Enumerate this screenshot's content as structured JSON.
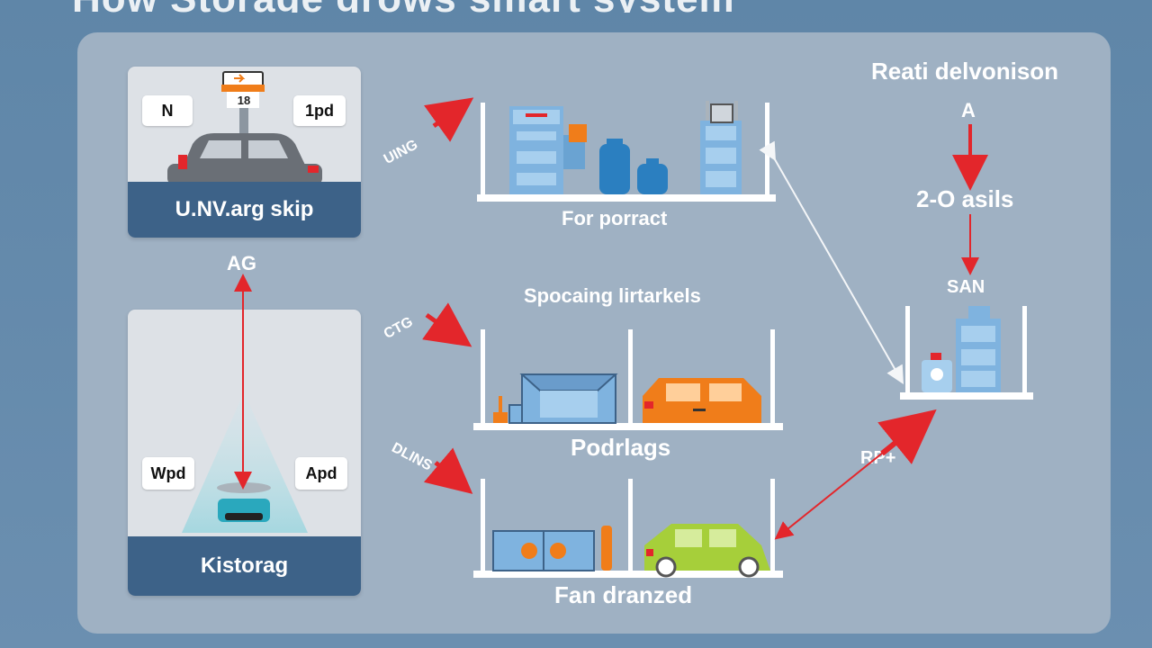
{
  "header": {
    "title": "How Storage grows smart system"
  },
  "cards": {
    "top": {
      "title": "U.NV.arg skip",
      "tag_left": "N",
      "tag_right": "1pd",
      "sign_number": "18"
    },
    "bottom": {
      "title": "Kistorag",
      "tag_left": "Wpd",
      "tag_right": "Apd"
    }
  },
  "connector": {
    "label": "AG"
  },
  "flows": {
    "top": "UING",
    "middle": "CTG",
    "bottom": "DLINS"
  },
  "shelves": {
    "top": {
      "caption": "For porract"
    },
    "middle": {
      "heading": "Spocaing lirtarkels",
      "caption": "Podrlags"
    },
    "bottom": {
      "caption": "Fan dranzed"
    }
  },
  "chain": {
    "title": "Reati delvonison",
    "start": "A",
    "mid": "2-O asils",
    "end": "SAN",
    "link_label": "RP+"
  },
  "colors": {
    "accent_red": "#e3262b",
    "navy": "#3d6288",
    "orange": "#f07d1a",
    "lime": "#a6cf3a",
    "container_blue": "#7fb3df",
    "bottle_blue": "#2b7fc0"
  },
  "icons": [
    "car-icon",
    "robot-icon",
    "container-icon",
    "bottle-icon",
    "barrel-icon",
    "box-icon",
    "pallet-icon"
  ]
}
